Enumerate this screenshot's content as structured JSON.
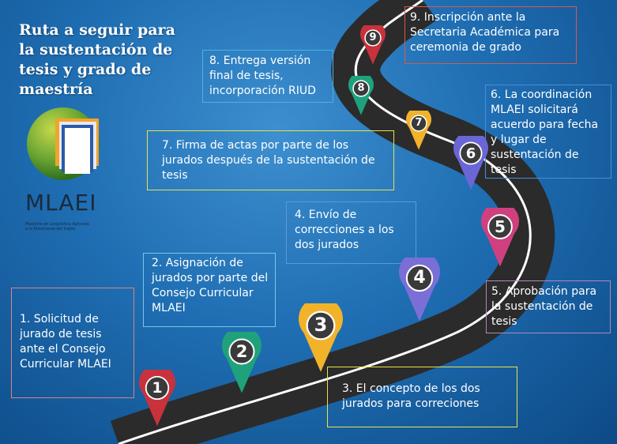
{
  "title": "Ruta a seguir para la sustentación de tesis y grado de maestría",
  "logo": {
    "name": "MLAEI",
    "subtitle_line1": "Maestría en Lingüística Aplicada",
    "subtitle_line2": "a la Enseñanza del Inglés"
  },
  "steps": [
    {
      "number": "1",
      "text": "1. Solicitud de jurado de tesis ante el Consejo Curricular MLAEI",
      "color": "#c8323c"
    },
    {
      "number": "2",
      "text": "2. Asignación de jurados por parte del Consejo Curricular MLAEI",
      "color": "#1fa27c"
    },
    {
      "number": "3",
      "text": "3. El concepto de los dos jurados para correciones",
      "color": "#f2b22a"
    },
    {
      "number": "4",
      "text": "4. Envío de correcciones a los dos jurados",
      "color": "#7a6fd6"
    },
    {
      "number": "5",
      "text": "5. Aprobación para la sustentación de tesis",
      "color": "#d0407e"
    },
    {
      "number": "6",
      "text": "6. La coordinación MLAEI solicitará acuerdo para fecha y lugar de sustentación de tesis",
      "color": "#6a66d6"
    },
    {
      "number": "7",
      "text": "7. Firma de actas por parte de los jurados después de la sustentación de tesis",
      "color": "#f2b22a"
    },
    {
      "number": "8",
      "text": "8. Entrega versión final de tesis, incorporación RIUD",
      "color": "#1fa27c"
    },
    {
      "number": "9",
      "text": "9. Inscripción ante la Secretaria Académica para ceremonia de grado",
      "color": "#c8323c"
    }
  ]
}
